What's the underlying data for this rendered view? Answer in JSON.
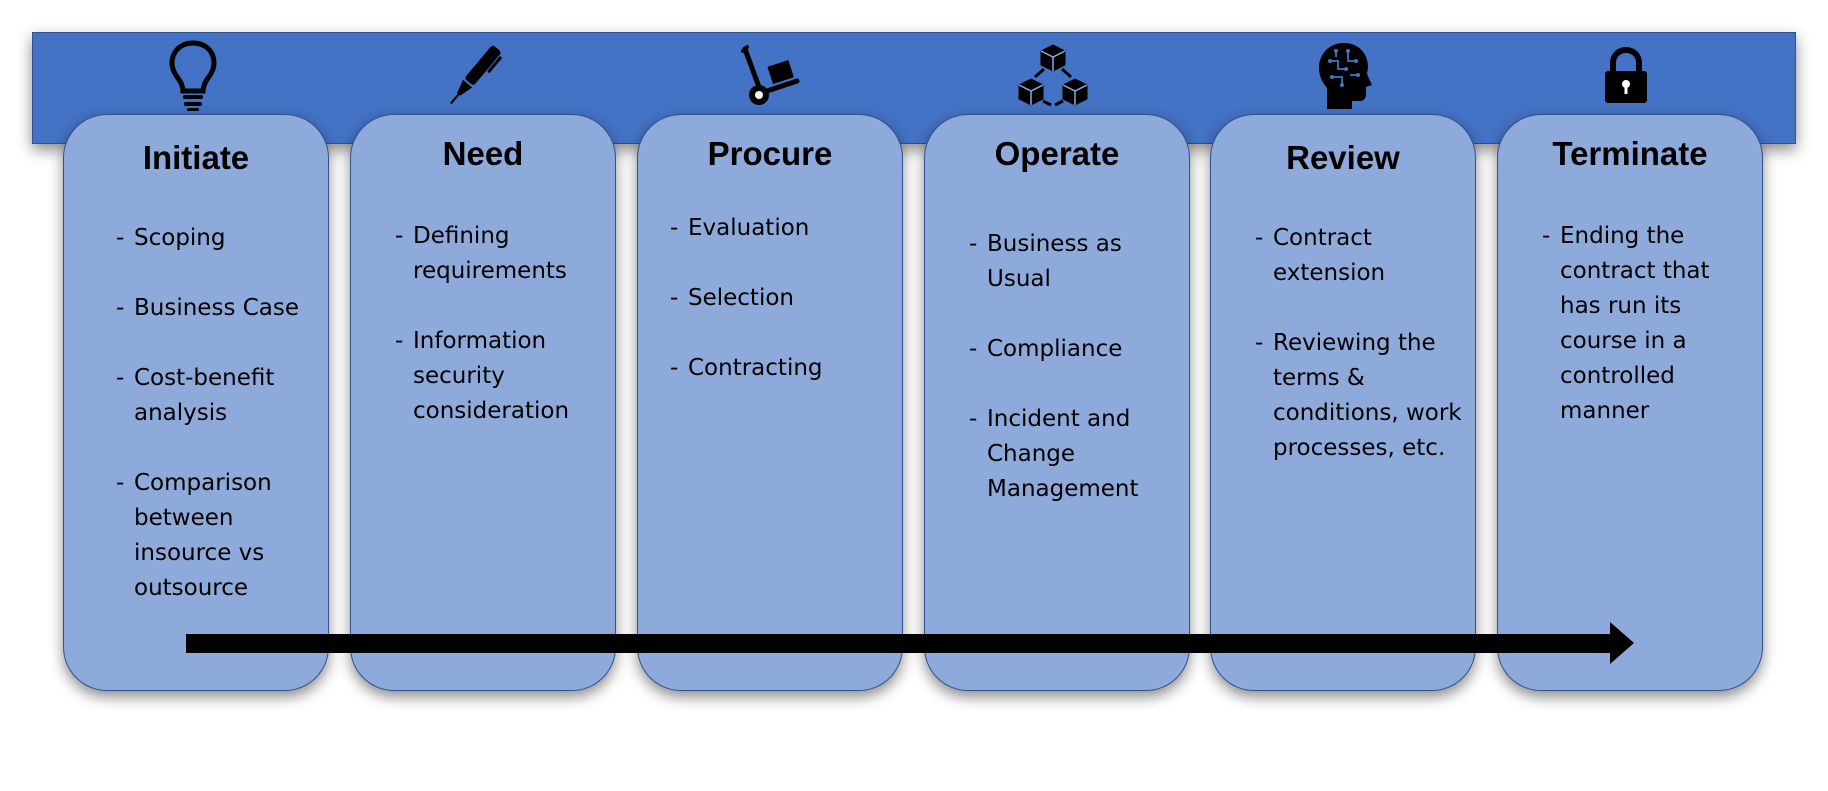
{
  "colors": {
    "banner": "#4472c4",
    "card_fill": "#8eaadb",
    "card_border": "#2f528f",
    "text": "#000000",
    "arrow": "#000000"
  },
  "stages": [
    {
      "title": "Initiate",
      "icon": "lightbulb-icon",
      "items": [
        "Scoping",
        "Business Case",
        "Cost-benefit analysis",
        "Comparison between insource vs outsource"
      ]
    },
    {
      "title": "Need",
      "icon": "pen-icon",
      "items": [
        "Defining requirements",
        "Information security consideration"
      ]
    },
    {
      "title": "Procure",
      "icon": "hand-truck-icon",
      "items": [
        "Evaluation",
        "Selection",
        "Contracting"
      ]
    },
    {
      "title": "Operate",
      "icon": "cubes-network-icon",
      "items": [
        "Business as Usual",
        "Compliance",
        "Incident and Change Management"
      ]
    },
    {
      "title": "Review",
      "icon": "brain-head-icon",
      "items": [
        "Contract extension",
        "Reviewing the terms & conditions, work processes, etc."
      ]
    },
    {
      "title": "Terminate",
      "icon": "padlock-icon",
      "items": [
        "Ending the contract that has run its course in a controlled manner"
      ]
    }
  ],
  "timeline_arrow": "arrow-right-icon"
}
